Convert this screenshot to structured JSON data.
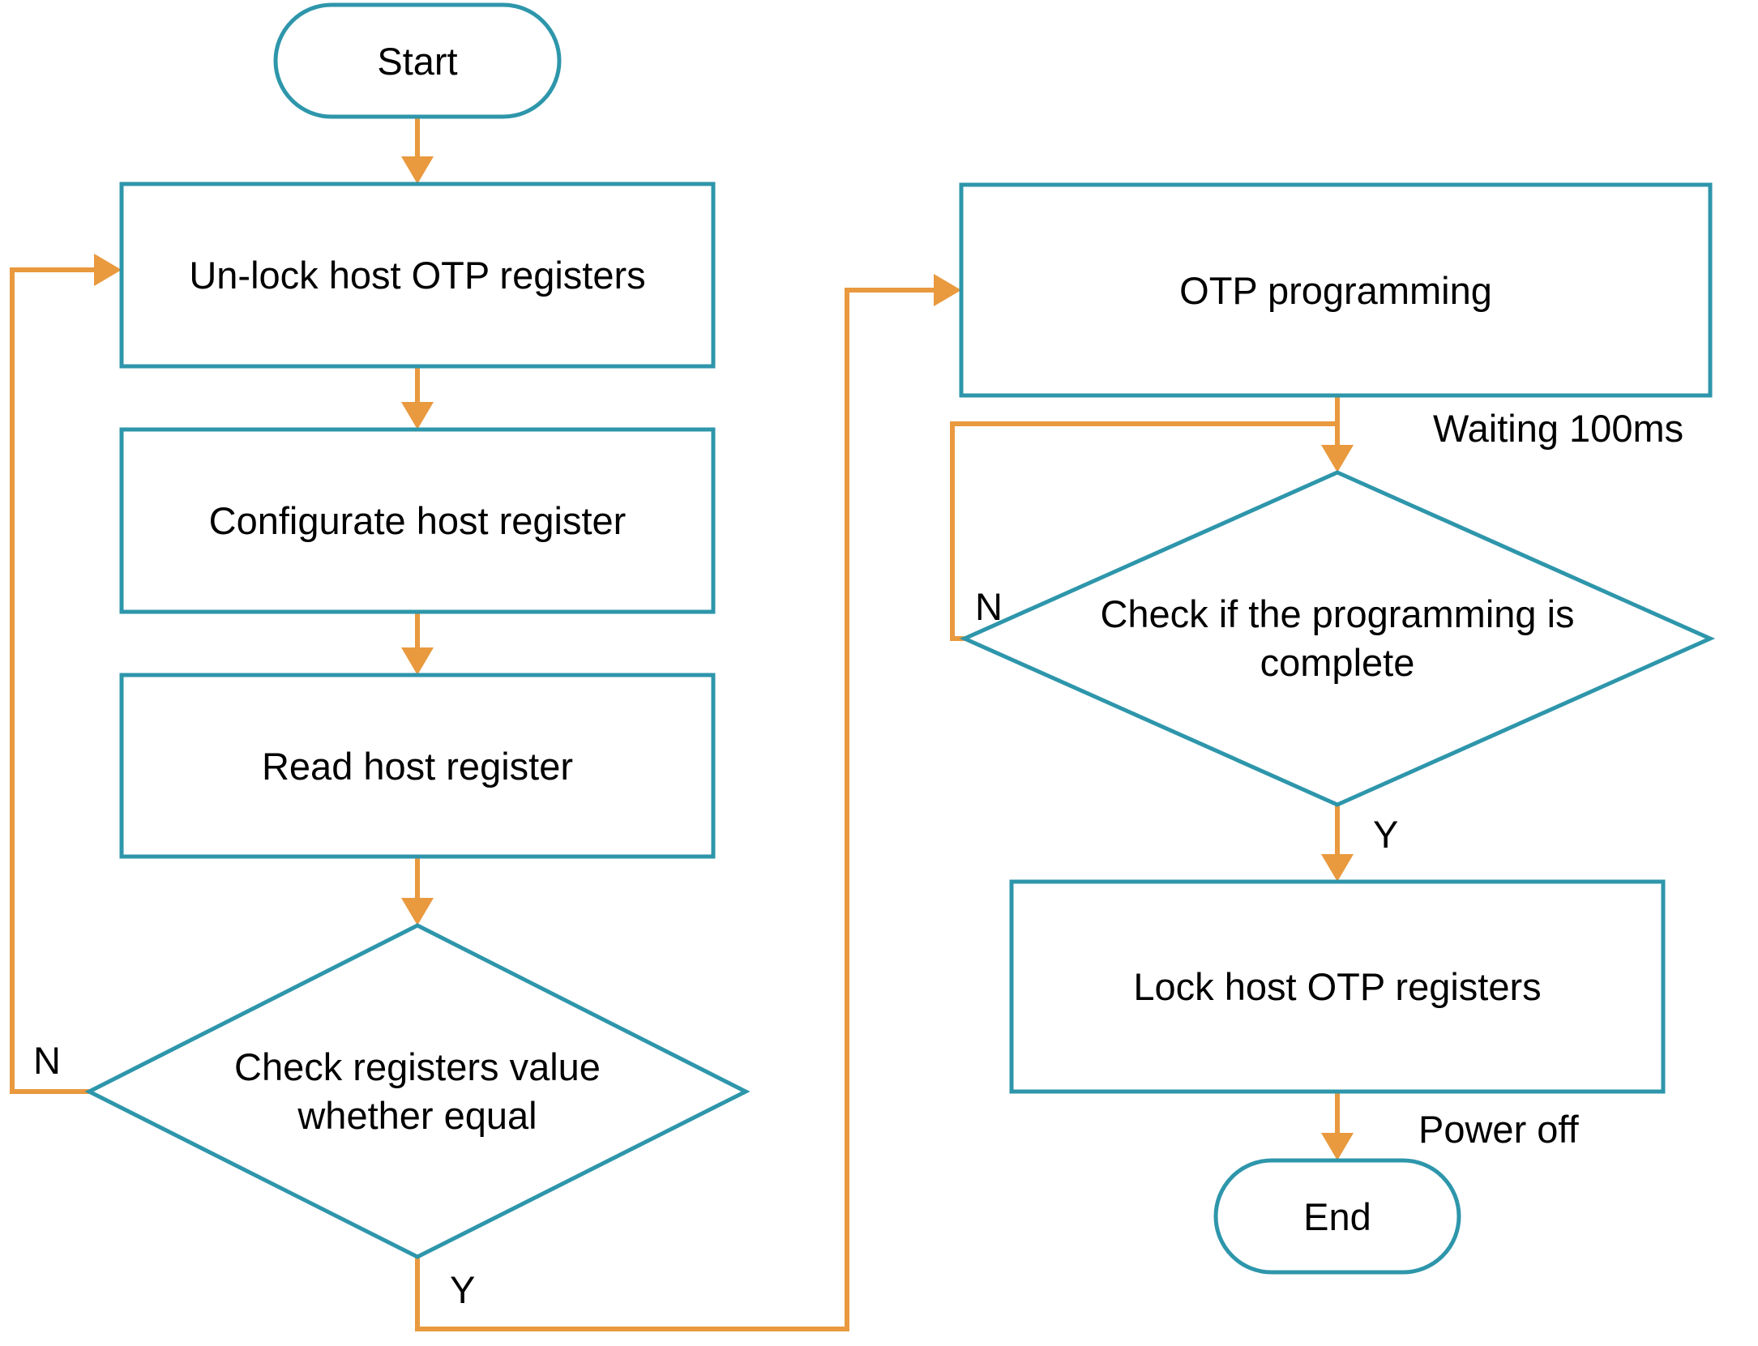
{
  "colors": {
    "node_stroke": "#2e96ab",
    "connector": "#e9993e",
    "label_text": "#000000",
    "background": "#ffffff"
  },
  "nodes": {
    "start": {
      "type": "terminator",
      "label": "Start"
    },
    "unlock": {
      "type": "process",
      "label": "Un-lock host OTP registers"
    },
    "configurate": {
      "type": "process",
      "label": "Configurate host register"
    },
    "read": {
      "type": "process",
      "label": "Read host register"
    },
    "check_registers": {
      "type": "decision",
      "line1": "Check registers value",
      "line2": "whether equal"
    },
    "otp_programming": {
      "type": "process",
      "label": "OTP programming"
    },
    "check_complete": {
      "type": "decision",
      "line1": "Check if the programming is",
      "line2": "complete"
    },
    "lock": {
      "type": "process",
      "label": "Lock host OTP registers"
    },
    "end": {
      "type": "terminator",
      "label": "End"
    }
  },
  "edge_labels": {
    "check_registers_no": "N",
    "check_registers_yes": "Y",
    "waiting": "Waiting 100ms",
    "check_complete_no": "N",
    "check_complete_yes": "Y",
    "power_off": "Power off"
  }
}
